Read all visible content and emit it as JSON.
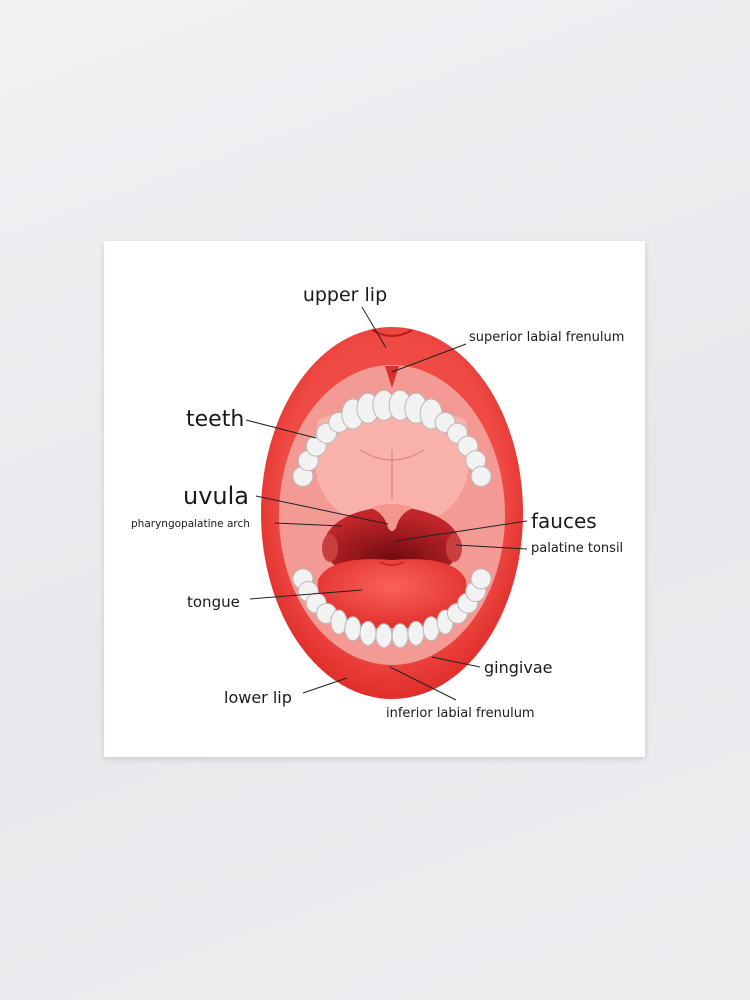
{
  "diagram": {
    "labels": {
      "upper_lip": "upper lip",
      "superior_labial_frenulum": "superior labial frenulum",
      "teeth": "teeth",
      "uvula": "uvula",
      "pharyngopalatine_arch": "pharyngopalatine arch",
      "fauces": "fauces",
      "palatine_tonsil": "palatine tonsil",
      "tongue": "tongue",
      "gingivae": "gingivae",
      "lower_lip": "lower lip",
      "inferior_labial_frenulum": "inferior labial frenulum"
    },
    "colors": {
      "lip": "#e8322f",
      "mouth_inner": "#f39a94",
      "palate": "#f8b2aa",
      "throat": "#a3151a",
      "tongue": "#ec3b38",
      "teeth": "#f2f2f2",
      "background": "#e9ebee",
      "poster": "#ffffff"
    }
  }
}
